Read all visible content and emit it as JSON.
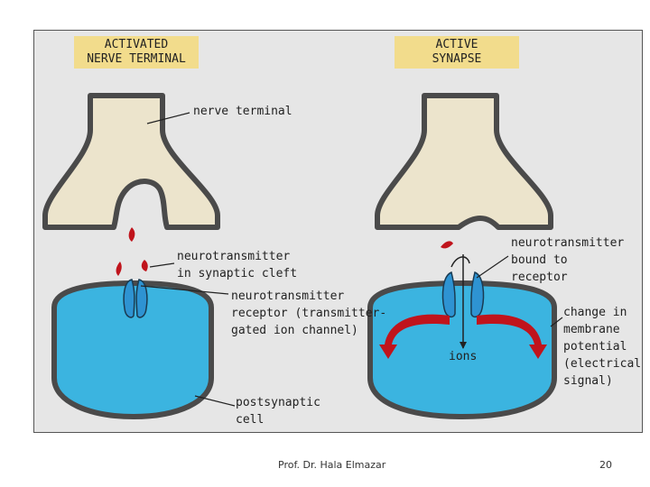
{
  "diagram": {
    "headers": {
      "left": "ACTIVATED\nNERVE TERMINAL",
      "right": "ACTIVE\nSYNAPSE"
    },
    "labels": {
      "nerve_terminal": "nerve terminal",
      "nt_in_cleft": "neurotransmitter\nin synaptic cleft",
      "nt_receptor": "neurotransmitter\nreceptor (transmitter-\ngated ion channel)",
      "postsynaptic_cell": "postsynaptic\ncell",
      "nt_bound": "neurotransmitter\nbound to\nreceptor",
      "ions": "ions",
      "membrane_change": "change in\nmembrane\npotential\n(electrical\nsignal)"
    },
    "colors": {
      "terminal_fill": "#ece4cc",
      "cell_fill": "#3bb4e0",
      "membrane": "#4a4a4a",
      "neurotransmitter": "#c0141c",
      "receptor": "#2e93d2",
      "header_bg": "#f2dc8c",
      "panel_bg": "#e6e6e6"
    }
  },
  "footer": {
    "author": "Prof. Dr. Hala Elmazar",
    "page": "20"
  }
}
